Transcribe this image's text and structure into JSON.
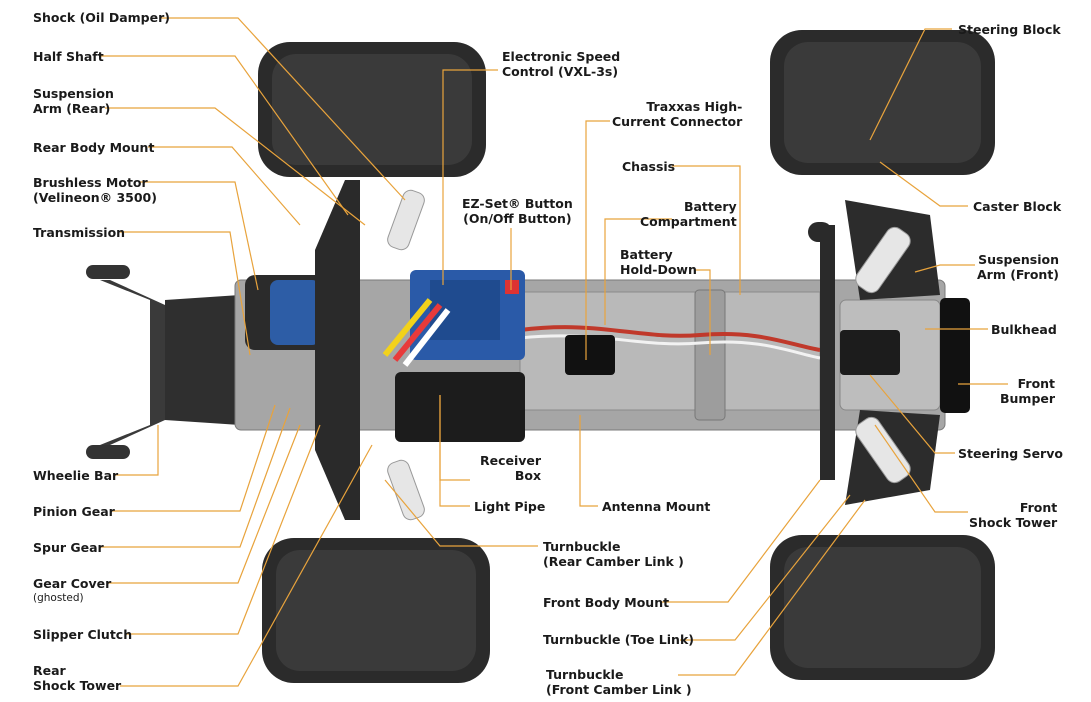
{
  "labels": {
    "shock": "Shock (Oil Damper)",
    "half_shaft": "Half Shaft",
    "suspension_arm_rear": [
      "Suspension",
      "Arm (Rear)"
    ],
    "rear_body_mount": "Rear Body Mount",
    "brushless_motor": [
      "Brushless Motor",
      "(Velineon® 3500)"
    ],
    "transmission": "Transmission",
    "wheelie_bar": "Wheelie Bar",
    "pinion_gear": "Pinion Gear",
    "spur_gear": "Spur Gear",
    "gear_cover": "Gear Cover",
    "gear_cover_note": "(ghosted)",
    "slipper_clutch": "Slipper Clutch",
    "rear_shock_tower": [
      "Rear",
      "Shock Tower"
    ],
    "esc": [
      "Electronic Speed",
      "Control (VXL-3s)"
    ],
    "ezset": [
      "EZ-Set® Button",
      "(On/Off Button)"
    ],
    "traxxas_connector": [
      "Traxxas High-",
      "Current Connector"
    ],
    "chassis": "Chassis",
    "battery_compartment": [
      "Battery",
      "Compartment"
    ],
    "battery_holddown": [
      "Battery",
      "Hold-Down"
    ],
    "receiver_box": [
      "Receiver",
      "Box"
    ],
    "light_pipe": "Light Pipe",
    "antenna_mount": "Antenna Mount",
    "turnbuckle_rear_camber": [
      "Turnbuckle",
      "(Rear Camber Link )"
    ],
    "front_body_mount": "Front Body Mount",
    "turnbuckle_toe": "Turnbuckle (Toe Link)",
    "turnbuckle_front_camber": [
      "Turnbuckle",
      "(Front Camber Link )"
    ],
    "steering_block": "Steering Block",
    "caster_block": "Caster Block",
    "suspension_arm_front": [
      "Suspension",
      "Arm (Front)"
    ],
    "bulkhead": "Bulkhead",
    "front_bumper": [
      "Front",
      "Bumper"
    ],
    "steering_servo": "Steering Servo",
    "front_shock_tower": [
      "Front",
      "Shock Tower"
    ]
  },
  "colors": {
    "leader": "#e8a33c",
    "text": "#1a1a1a",
    "tire": "#2b2b2b",
    "chassis": "#9a9a9a",
    "esc": "#2a5aa8"
  }
}
